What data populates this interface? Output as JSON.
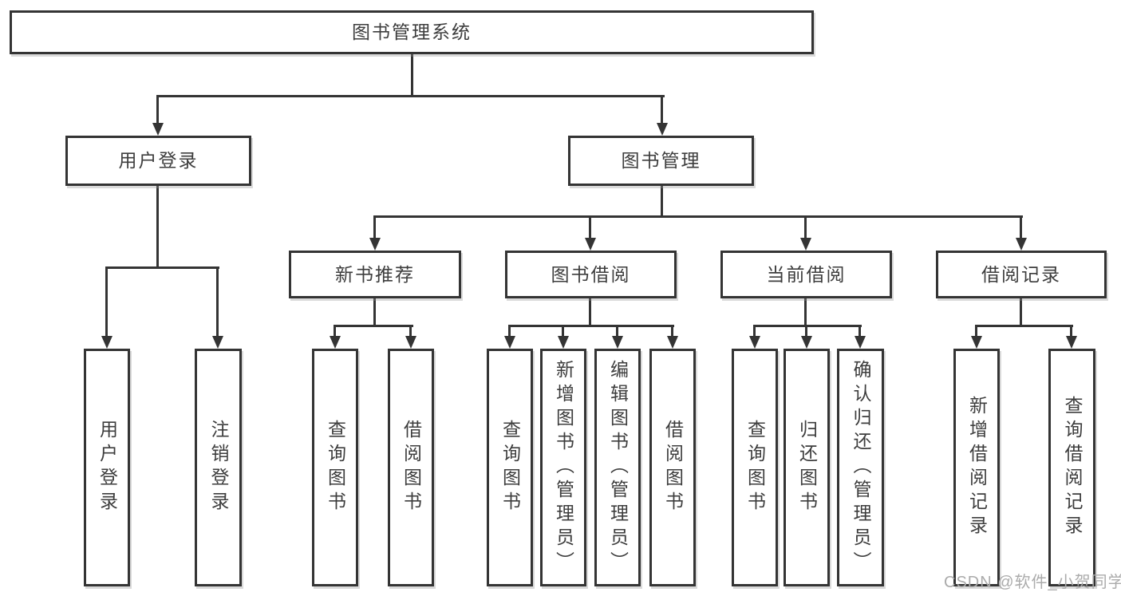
{
  "tree": {
    "label": "图书管理系统",
    "children": [
      {
        "label": "用户登录",
        "children": [
          {
            "label": "用户登录"
          },
          {
            "label": "注销登录"
          }
        ]
      },
      {
        "label": "图书管理",
        "children": [
          {
            "label": "新书推荐",
            "children": [
              {
                "label": "查询图书"
              },
              {
                "label": "借阅图书"
              }
            ]
          },
          {
            "label": "图书借阅",
            "children": [
              {
                "label": "查询图书"
              },
              {
                "label": "新增图书（管理员）"
              },
              {
                "label": "编辑图书（管理员）"
              },
              {
                "label": "借阅图书"
              }
            ]
          },
          {
            "label": "当前借阅",
            "children": [
              {
                "label": "查询图书"
              },
              {
                "label": "归还图书"
              },
              {
                "label": "确认归还（管理员）"
              }
            ]
          },
          {
            "label": "借阅记录",
            "children": [
              {
                "label": "新增借阅记录"
              },
              {
                "label": "查询借阅记录"
              }
            ]
          }
        ]
      }
    ]
  },
  "watermark": "CSDN @软件_小贺同学",
  "colors": {
    "line": "#343434",
    "text": "#3d3d3d",
    "background": "#ffffff",
    "watermark": "#ababab"
  }
}
